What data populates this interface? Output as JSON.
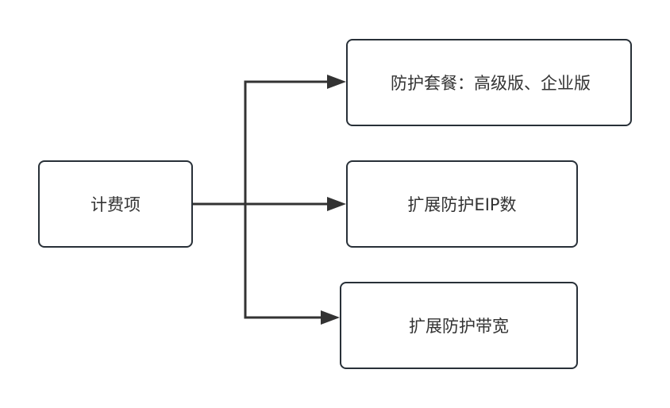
{
  "diagram": {
    "type": "tree",
    "colors": {
      "stroke": "#283038",
      "edge": "#333333",
      "text": "#333333",
      "background": "#ffffff"
    },
    "root": {
      "id": "root",
      "label": "计费项"
    },
    "children": [
      {
        "id": "pkg",
        "label": "防护套餐：高级版、企业版"
      },
      {
        "id": "eip",
        "label": "扩展防护EIP数"
      },
      {
        "id": "bw",
        "label": "扩展防护带宽"
      }
    ],
    "edges": [
      {
        "from": "root",
        "to": "pkg"
      },
      {
        "from": "root",
        "to": "eip"
      },
      {
        "from": "root",
        "to": "bw"
      }
    ]
  }
}
